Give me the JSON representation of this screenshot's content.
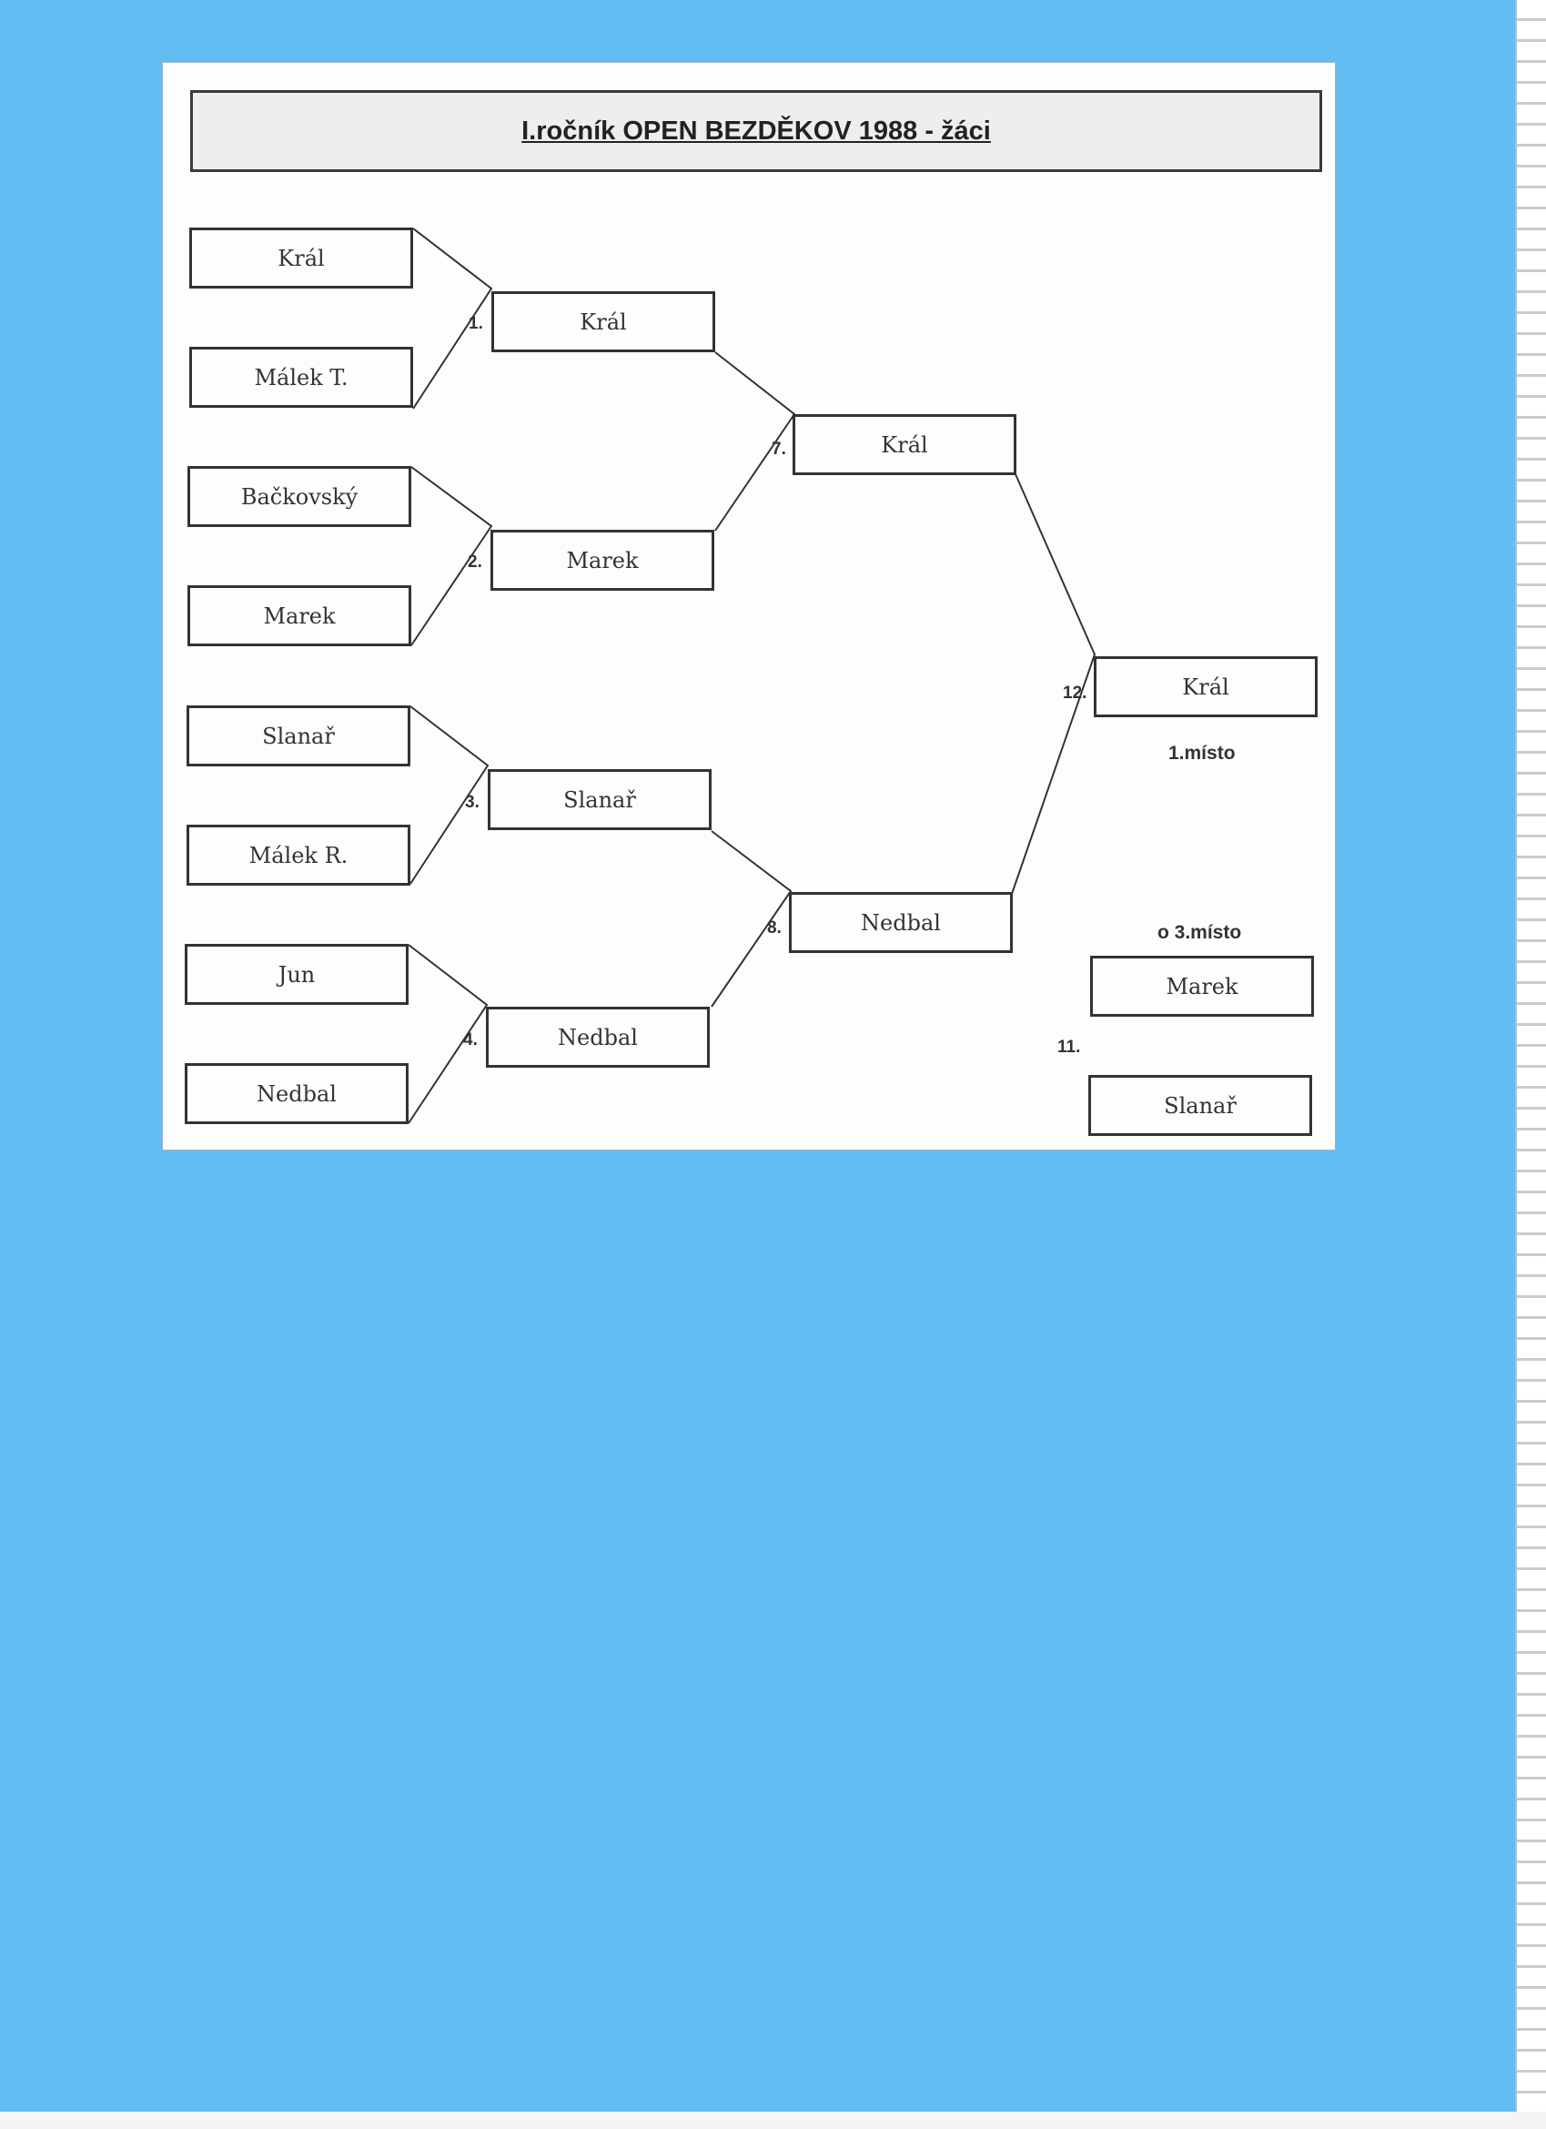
{
  "title": "I.ročník OPEN BEZDĚKOV 1988 - žáci",
  "round1": [
    "Král",
    "Málek T.",
    "Bačkovský",
    "Marek",
    "Slanař",
    "Málek R.",
    "Jun",
    "Nedbal"
  ],
  "round2": [
    {
      "number": "1.",
      "winner": "Král"
    },
    {
      "number": "2.",
      "winner": "Marek"
    },
    {
      "number": "3.",
      "winner": "Slanař"
    },
    {
      "number": "4.",
      "winner": "Nedbal"
    }
  ],
  "semis": [
    {
      "number": "7.",
      "winner": "Král"
    },
    {
      "number": "8.",
      "winner": "Nedbal"
    }
  ],
  "final": {
    "number": "12.",
    "winner": "Král",
    "place_label": "1.místo"
  },
  "third_place": {
    "label": "o 3.místo",
    "number": "11.",
    "players": [
      "Marek",
      "Slanař"
    ]
  }
}
